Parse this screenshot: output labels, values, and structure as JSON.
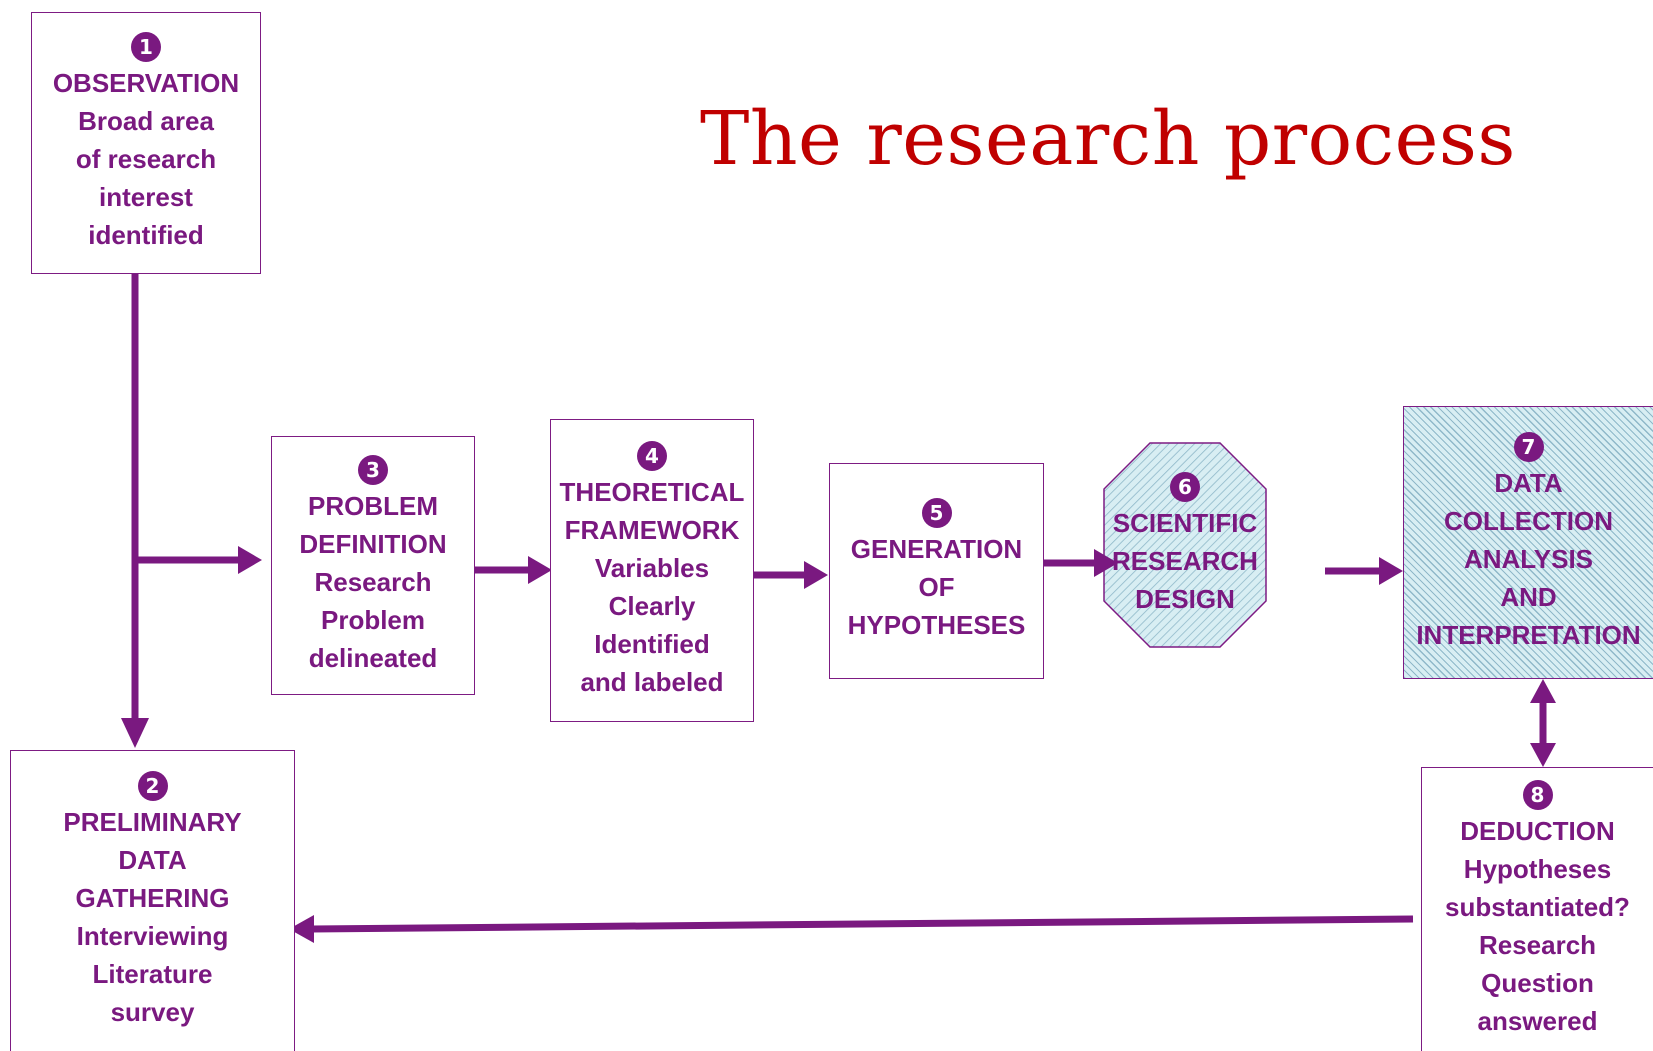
{
  "title": "The research process",
  "colors": {
    "title": "#c00000",
    "box_text": "#7a1980",
    "arrow": "#7a1980",
    "hatch": "#8fb8c9"
  },
  "steps": [
    {
      "number": "1",
      "lines": [
        "OBSERVATION",
        "Broad area",
        "of research",
        "interest",
        "identified"
      ]
    },
    {
      "number": "2",
      "lines": [
        "PRELIMINARY",
        "DATA",
        "GATHERING",
        "Interviewing",
        "Literature",
        "survey"
      ]
    },
    {
      "number": "3",
      "lines": [
        "PROBLEM",
        "DEFINITION",
        "Research",
        "Problem",
        "delineated"
      ]
    },
    {
      "number": "4",
      "lines": [
        "THEORETICAL",
        "FRAMEWORK",
        "Variables",
        "Clearly",
        "Identified",
        "and labeled"
      ]
    },
    {
      "number": "5",
      "lines": [
        "GENERATION",
        "OF",
        "HYPOTHESES"
      ]
    },
    {
      "number": "6",
      "lines": [
        "SCIENTIFIC",
        "RESEARCH",
        "DESIGN"
      ]
    },
    {
      "number": "7",
      "lines": [
        "DATA",
        "COLLECTION",
        "ANALYSIS",
        "AND",
        "INTERPRETATION"
      ]
    },
    {
      "number": "8",
      "lines": [
        "DEDUCTION",
        "Hypotheses",
        "substantiated?",
        "Research",
        "Question",
        "answered"
      ]
    }
  ]
}
